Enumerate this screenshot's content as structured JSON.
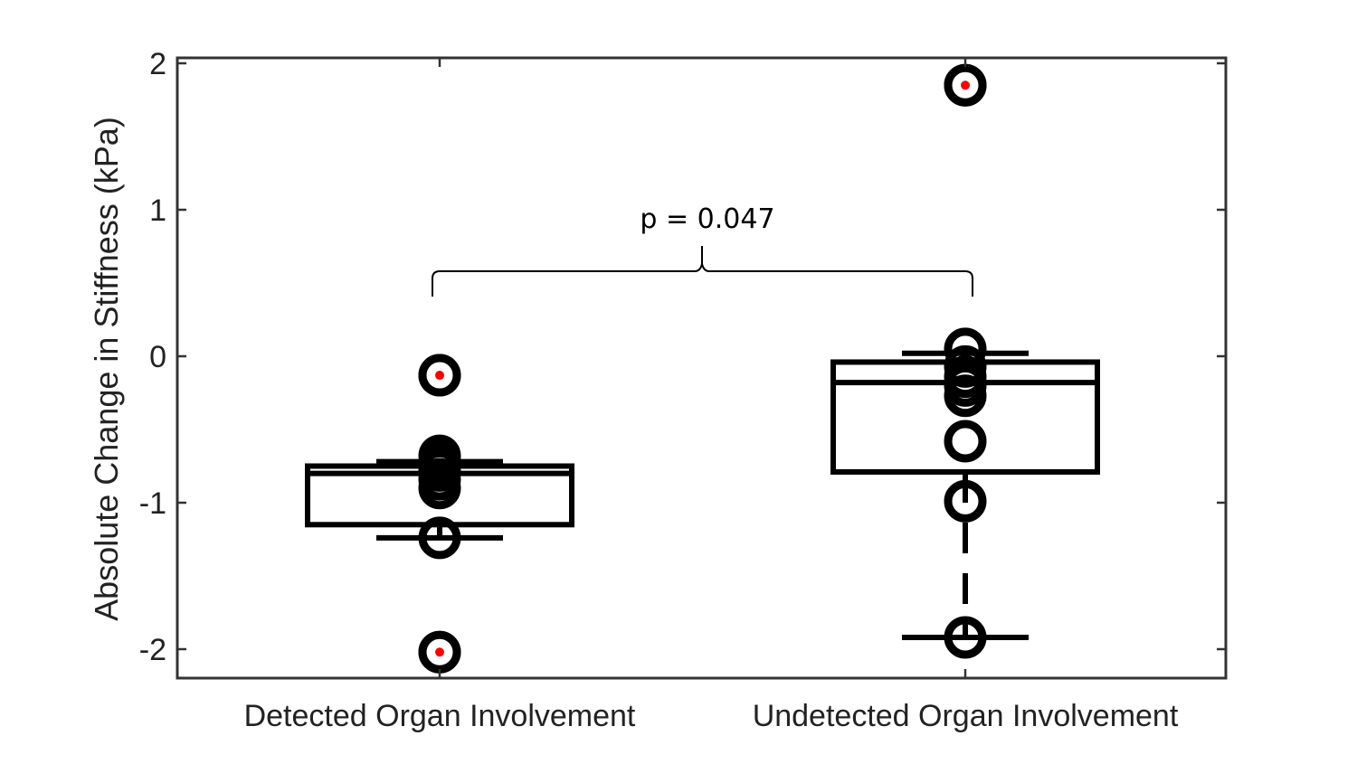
{
  "chart_data": {
    "type": "box",
    "ylabel": "Absolute Change in Stiffness (kPa)",
    "xlabel": "",
    "ylim": [
      -2.2,
      2.05
    ],
    "yticks": [
      2,
      1,
      0,
      -1,
      -2
    ],
    "ytick_labels": [
      "2",
      "1",
      "0",
      "-1",
      "-2"
    ],
    "categories": [
      "Detected Organ Involvement",
      "Undetected Organ Involvement"
    ],
    "grid": false,
    "boxes": [
      {
        "category": "Detected Organ Involvement",
        "q1": -1.15,
        "median": -0.8,
        "q3": -0.75,
        "whisker_low": -1.24,
        "whisker_high": -0.72,
        "points": [
          -0.13,
          -0.68,
          -0.73,
          -0.78,
          -0.84,
          -0.9,
          -1.24,
          -2.02
        ],
        "outliers": [
          -0.13,
          -2.02
        ]
      },
      {
        "category": "Undetected Organ Involvement",
        "q1": -0.79,
        "median": -0.18,
        "q3": -0.04,
        "whisker_low": -1.92,
        "whisker_high": 0.02,
        "points": [
          1.85,
          0.05,
          -0.07,
          -0.14,
          -0.2,
          -0.27,
          -0.58,
          -0.99,
          -1.92
        ],
        "outliers": [
          1.85
        ]
      }
    ],
    "annotation": {
      "text": "p = 0.047",
      "bracket_y": 0.57
    },
    "colors": {
      "box": "#000000",
      "outlier_dot": "#ff0000",
      "axis": "#333333"
    }
  }
}
